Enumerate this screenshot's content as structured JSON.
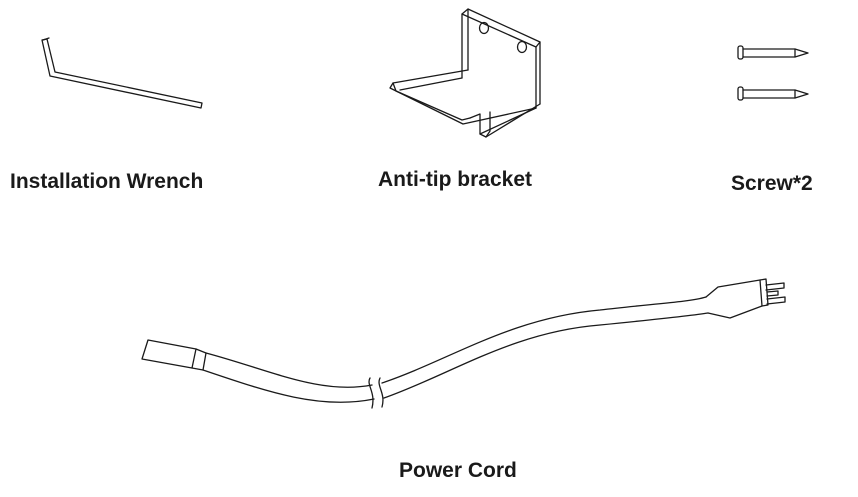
{
  "parts": [
    {
      "id": "installation-wrench",
      "label": "Installation Wrench"
    },
    {
      "id": "anti-tip-bracket",
      "label": "Anti-tip bracket"
    },
    {
      "id": "screw",
      "label": "Screw*2"
    },
    {
      "id": "power-cord",
      "label": "Power Cord"
    }
  ],
  "colors": {
    "line": "#1a1a1a",
    "background": "#ffffff"
  }
}
